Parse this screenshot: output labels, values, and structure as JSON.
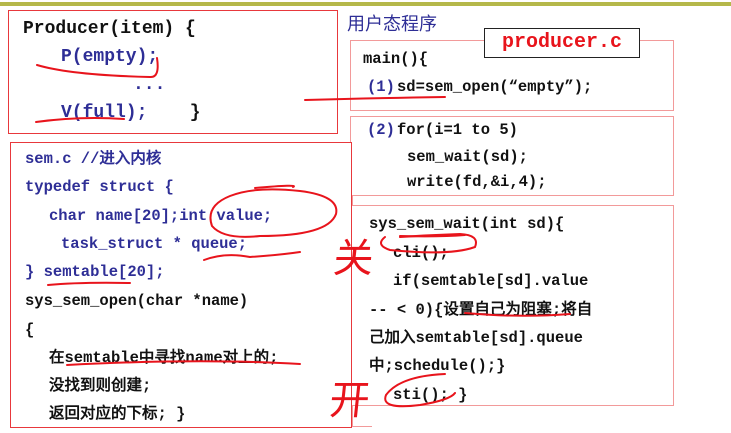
{
  "producer_box": {
    "lines": [
      "Producer(item) {",
      "P(empty);",
      "...",
      "V(full);",
      " }"
    ]
  },
  "user_program_label": "用户态程序",
  "file_label": "producer.c",
  "main_box": {
    "lines": [
      "main(){",
      "(1)",
      "sd=sem_open(“empty”);"
    ]
  },
  "loop_box": {
    "lines": [
      "(2)",
      "for(i=1 to 5)",
      "sem_wait(sd);",
      "write(fd,&i,4);"
    ]
  },
  "wait_box": {
    "lines": [
      "sys_sem_wait(int sd){",
      "cli();",
      "if(semtable[sd].value",
      "-- < 0){设置自己为阻塞;将自",
      "己加入semtable[sd].queue",
      "中;schedule();}",
      "sti(); }"
    ]
  },
  "sem_box": {
    "lines": [
      "sem.c //进入内核",
      "typedef struct {",
      "char name[20];int value;",
      "task_struct * queue;",
      "} semtable[20];",
      "sys_sem_open(char *name)",
      "{",
      "在semtable中寻找name对上的;",
      "没找到则创建;",
      "返回对应的下标; }"
    ]
  },
  "annotations": {
    "close": "关",
    "open": "开"
  },
  "colors": {
    "accent_red": "#e8141c",
    "code_blue": "#2e2e96",
    "box_pink": "#f29a9a",
    "bar": "#b5b84a"
  }
}
